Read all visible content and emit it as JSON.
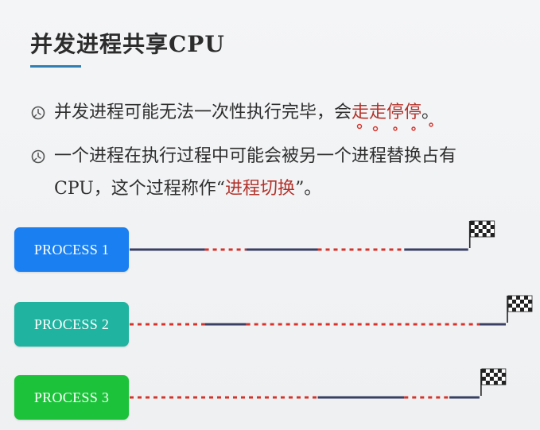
{
  "slide": {
    "title": "并发进程共享CPU",
    "bullets": [
      {
        "text_before": "并发进程可能无法一次性执行完毕，会",
        "highlight": "走走停停",
        "text_after": "。"
      },
      {
        "line1": "一个进程在执行过程中可能会被另一个进程替换占有",
        "text_before": "CPU，这个过程称作“",
        "highlight": "进程切换",
        "text_after": "”。"
      }
    ]
  },
  "processes": [
    {
      "label": "PROCESS 1",
      "color": "#1a7ff0",
      "segments": [
        {
          "state": "running",
          "from": 0.0,
          "to": 0.2
        },
        {
          "state": "waiting",
          "from": 0.2,
          "to": 0.31
        },
        {
          "state": "running",
          "from": 0.31,
          "to": 0.5
        },
        {
          "state": "waiting",
          "from": 0.5,
          "to": 0.73
        },
        {
          "state": "running",
          "from": 0.73,
          "to": 0.9
        }
      ],
      "finish": 0.9
    },
    {
      "label": "PROCESS 2",
      "color": "#1fb3a0",
      "segments": [
        {
          "state": "waiting",
          "from": 0.0,
          "to": 0.2
        },
        {
          "state": "running",
          "from": 0.2,
          "to": 0.31
        },
        {
          "state": "waiting",
          "from": 0.31,
          "to": 0.93
        },
        {
          "state": "running",
          "from": 0.93,
          "to": 1.0
        }
      ],
      "finish": 1.0
    },
    {
      "label": "PROCESS 3",
      "color": "#1cc23a",
      "segments": [
        {
          "state": "waiting",
          "from": 0.0,
          "to": 0.5
        },
        {
          "state": "running",
          "from": 0.5,
          "to": 0.73
        },
        {
          "state": "waiting",
          "from": 0.73,
          "to": 0.85
        },
        {
          "state": "running",
          "from": 0.85,
          "to": 0.93
        }
      ],
      "finish": 0.93
    }
  ],
  "colors": {
    "running": "#3a3f63",
    "waiting": "#d8332b",
    "accent": "#2f7fb3",
    "highlight": "#b3322a"
  },
  "icons": {
    "bullet": "clock-circle-icon",
    "finish": "checkered-flag-icon"
  }
}
